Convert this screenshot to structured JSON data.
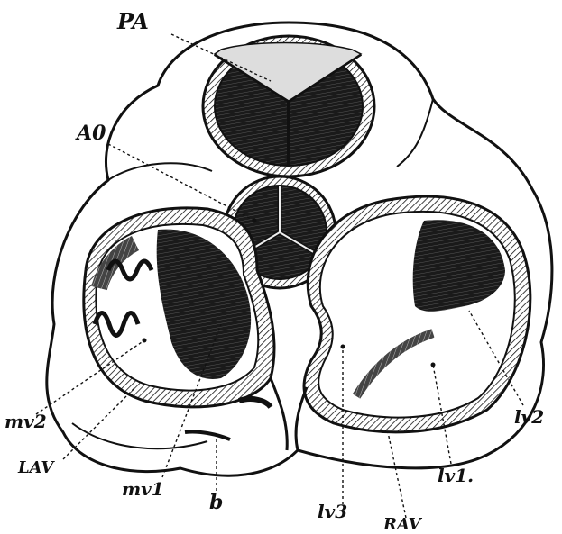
{
  "figure": {
    "labels": {
      "pa": "PA",
      "ao": "A0",
      "mv2": "mv2",
      "lav": "LAV",
      "mv1": "mv1",
      "b": "b",
      "lv3": "lv3",
      "rav": "RAV",
      "lv1": "lv1.",
      "lv2": "lv2"
    }
  }
}
